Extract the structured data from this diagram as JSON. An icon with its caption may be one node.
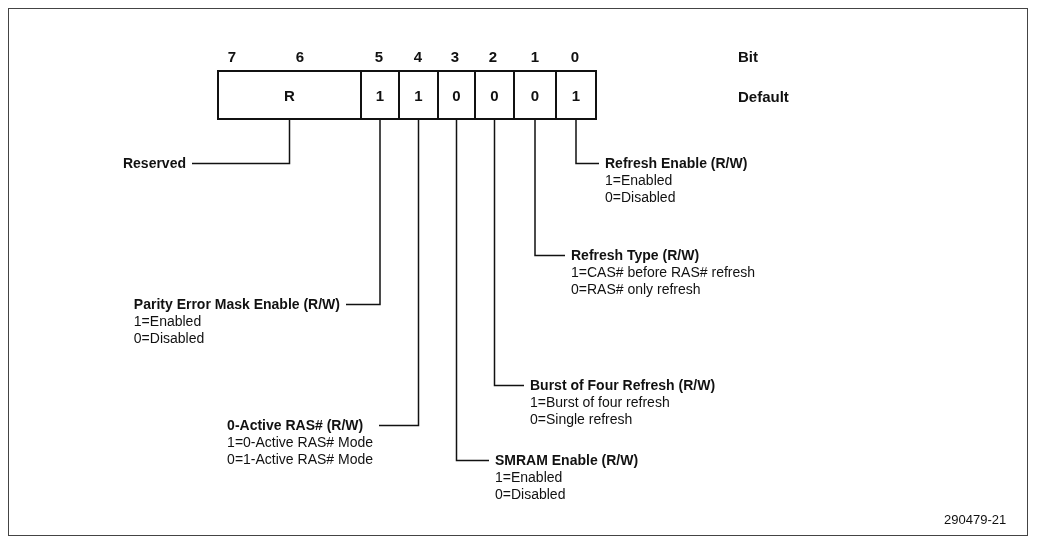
{
  "diagram": {
    "nodes": [
      {
        "text": [
          "R"
        ]
      },
      {
        "text": [
          "1"
        ]
      },
      {
        "text": [
          "1"
        ]
      },
      {
        "text": [
          "0"
        ]
      },
      {
        "text": [
          "0"
        ]
      },
      {
        "text": [
          "0"
        ]
      },
      {
        "text": [
          "1"
        ]
      },
      {
        "text": [
          "Reserved"
        ]
      },
      {
        "text": [
          "Refresh Enable (R/W)",
          "1=Enabled",
          "0=Disabled"
        ]
      },
      {
        "text": [
          "Refresh Type (R/W)",
          "1=CAS# before RAS# refresh",
          "0=RAS# only refresh"
        ]
      },
      {
        "text": [
          "Parity Error Mask Enable (R/W)",
          "1=Enabled",
          "0=Disabled"
        ]
      },
      {
        "text": [
          "Burst of Four Refresh (R/W)",
          "1=Burst of four refresh",
          "0=Single refresh"
        ]
      },
      {
        "text": [
          "0-Active RAS# (R/W)",
          "1=0-Active RAS# Mode",
          "0=1-Active RAS# Mode"
        ]
      },
      {
        "text": [
          "SMRAM Enable (R/W)",
          "1=Enabled",
          "0=Disabled"
        ]
      }
    ],
    "edges": [
      {
        "from": 7,
        "to": 0,
        "arrow": "none"
      },
      {
        "from": 8,
        "to": 6,
        "arrow": "none"
      },
      {
        "from": 9,
        "to": 5,
        "arrow": "none"
      },
      {
        "from": 10,
        "to": 1,
        "arrow": "none"
      },
      {
        "from": 11,
        "to": 4,
        "arrow": "none"
      },
      {
        "from": 12,
        "to": 2,
        "arrow": "none"
      },
      {
        "from": 13,
        "to": 3,
        "arrow": "none"
      }
    ],
    "labels": [
      "7",
      "6",
      "5",
      "4",
      "3",
      "2",
      "1",
      "0",
      "Bit",
      "Default",
      "290479-21"
    ]
  }
}
